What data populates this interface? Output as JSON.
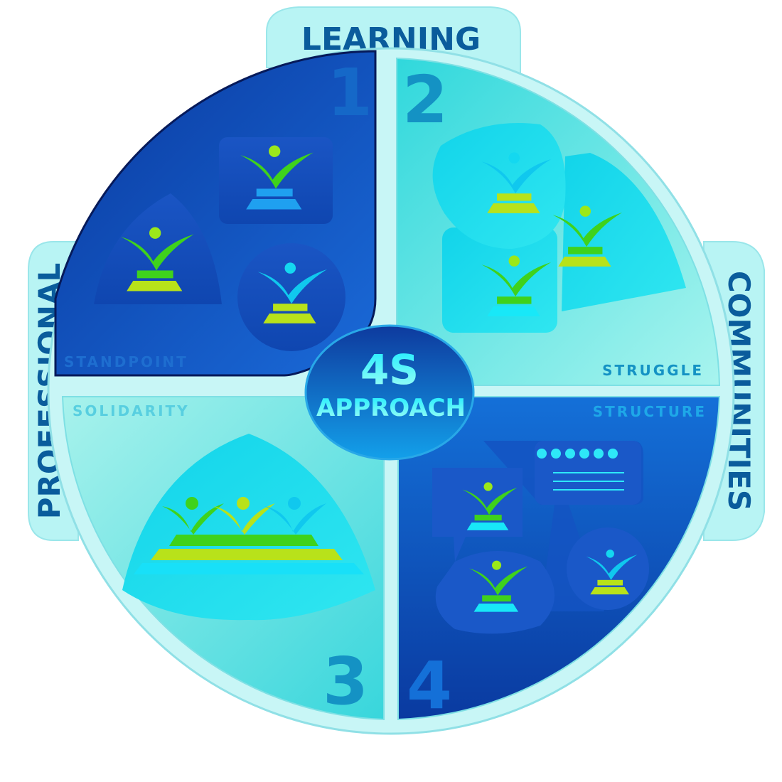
{
  "title": {
    "line1": "4S",
    "line2": "APPROACH"
  },
  "tabs": {
    "top": "LEARNING",
    "left": "PROFESSIONAL",
    "right": "COMMUNITIES"
  },
  "quadrants": [
    {
      "number": "1",
      "label": "STANDPOINT"
    },
    {
      "number": "2",
      "label": "STRUGGLE"
    },
    {
      "number": "3",
      "label": "SOLIDARITY"
    },
    {
      "number": "4",
      "label": "STRUCTURE"
    }
  ],
  "colors": {
    "dark_blue": "#0a3ca8",
    "mid_blue": "#1560d0",
    "light_cyan": "#7fe8e6",
    "cyan": "#15d8ee",
    "green": "#3fd21c",
    "lime": "#b8e21a",
    "tab_fill": "#b8f4f4",
    "tab_text": "#0a5c9c"
  }
}
